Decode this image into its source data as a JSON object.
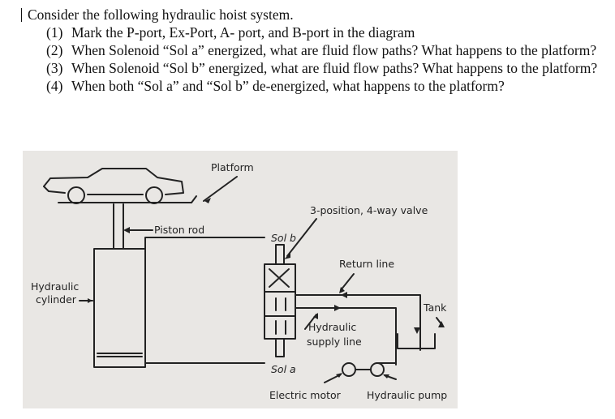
{
  "question": {
    "title": "Consider the following hydraulic hoist system.",
    "items": [
      {
        "num": "(1)",
        "text": "Mark the P-port,  Ex-Port, A- port, and B-port in the diagram"
      },
      {
        "num": "(2)",
        "text": "When Solenoid “Sol a” energized, what are fluid flow paths?  What happens to the platform?"
      },
      {
        "num": "(3)",
        "text": "When Solenoid “Sol b” energized, what are fluid flow paths?  What happens to the platform?"
      },
      {
        "num": "(4)",
        "text": "When both “Sol a” and “Sol b” de-energized, what happens to the platform?"
      }
    ]
  },
  "diagram": {
    "labels": {
      "platform": "Platform",
      "piston_rod": "Piston rod",
      "hydraulic_cylinder_1": "Hydraulic",
      "hydraulic_cylinder_2": "cylinder",
      "valve": "3-position, 4-way valve",
      "sol_b": "Sol b",
      "return_line": "Return line",
      "tank": "Tank",
      "supply_1": "Hydraulic",
      "supply_2": "supply line",
      "sol_a": "Sol a",
      "electric_motor": "Electric motor",
      "hydraulic_pump": "Hydraulic pump"
    }
  },
  "colors": {
    "diagram_background": "#e9e7e4",
    "line_color": "#222222"
  }
}
